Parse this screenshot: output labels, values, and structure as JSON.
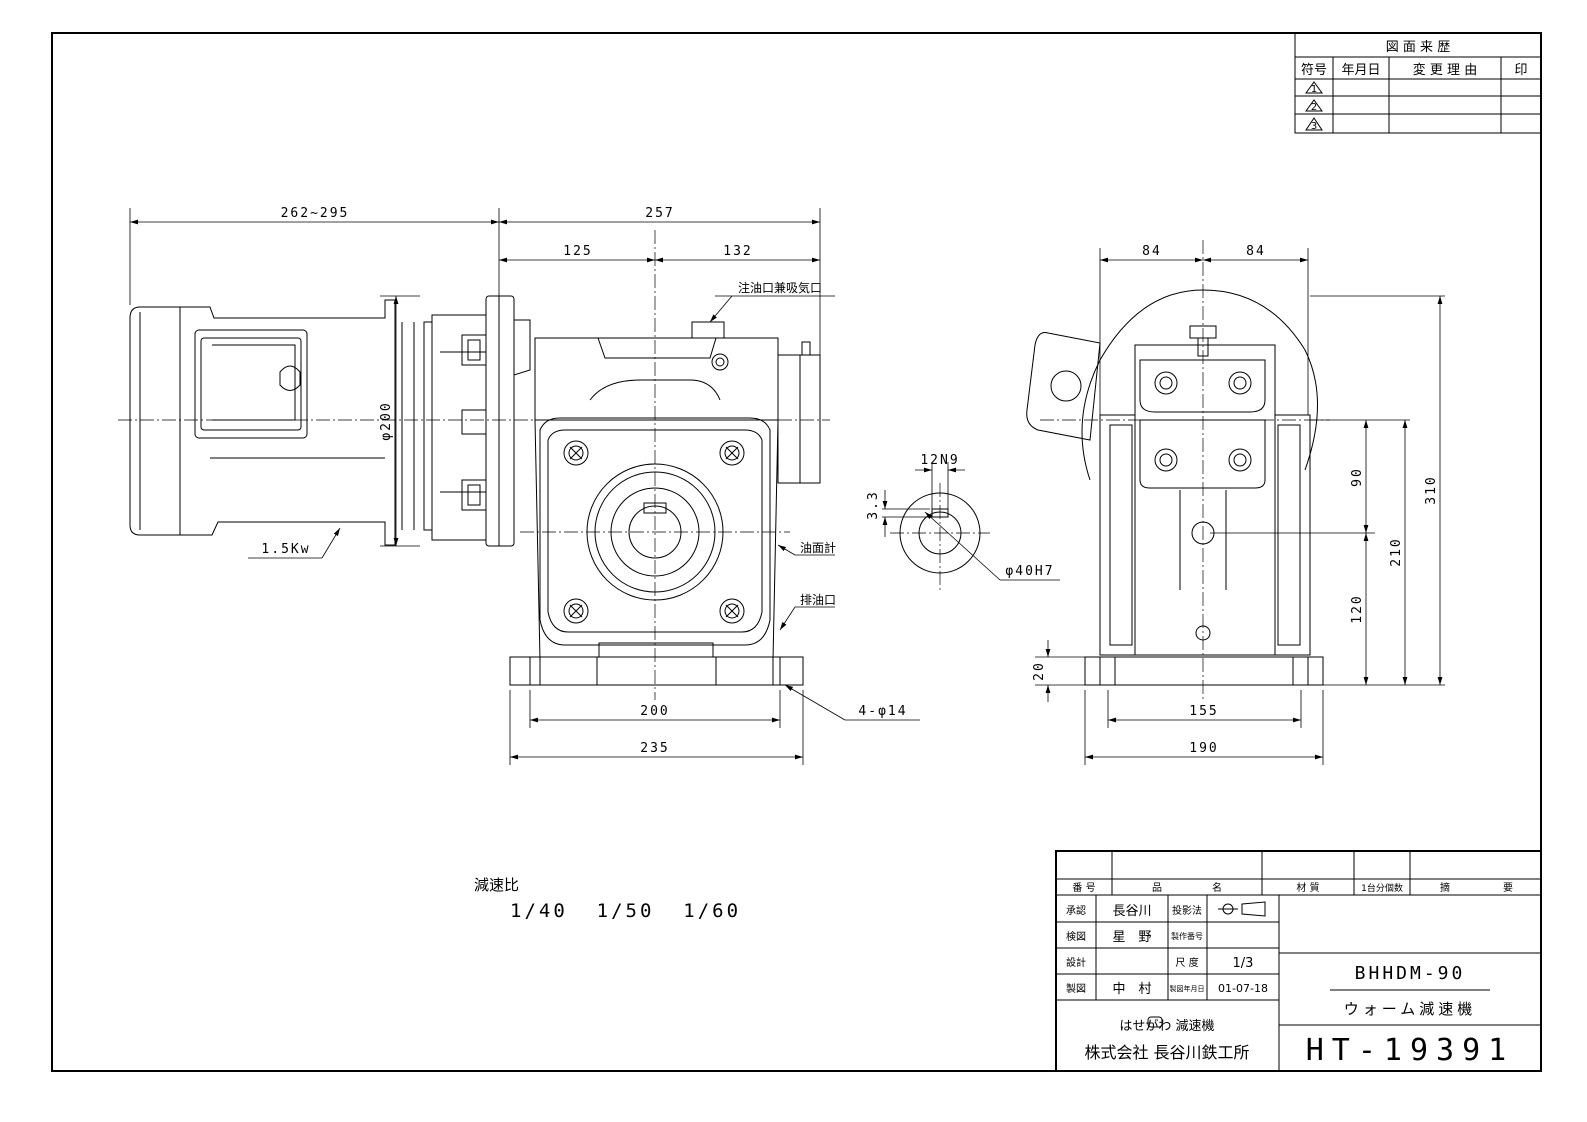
{
  "revision_table": {
    "title": "図 面 来 歴",
    "headers": [
      "符号",
      "年月日",
      "変 更 理 由",
      "印"
    ],
    "symbols": [
      "1",
      "2",
      "3"
    ]
  },
  "dimensions": {
    "motor_length": "262~295",
    "gear_length": "257",
    "left_to_center": "125",
    "center_to_right": "132",
    "motor_dia": "φ200",
    "motor_power": "1.5Kw",
    "base_bolt_pitch": "200",
    "base_length": "235",
    "base_holes": "4-φ14",
    "side_half_left": "84",
    "side_half_right": "84",
    "upper_height": "90",
    "lower_height": "120",
    "center_height": "210",
    "total_height": "310",
    "base_thickness": "20",
    "side_bolt_pitch": "155",
    "side_base_width": "190",
    "keyway_width": "12N9",
    "keyway_depth": "3.3",
    "bore": "φ40H7"
  },
  "notes": {
    "oil_inlet": "注油口兼吸気口",
    "oil_gauge": "油面計",
    "oil_drain": "排油口"
  },
  "ratio": {
    "label": "減速比",
    "values": "1/40  1/50  1/60"
  },
  "title_block": {
    "headers": [
      "番 号",
      "品",
      "名",
      "材 質",
      "1台分個数",
      "摘",
      "要"
    ],
    "approved_label": "承認",
    "approved_name": "長谷川",
    "checked_label": "検図",
    "checked_name": "星　野",
    "designed_label": "設計",
    "drawn_label": "製図",
    "drawn_name": "中　村",
    "projection_label": "投影法",
    "mfg_no_label": "製作番号",
    "scale_label": "尺 度",
    "scale_value": "1/3",
    "date_label": "製図年月日",
    "date_value": "01-07-18",
    "model": "BHHDM-90",
    "product": "ウォーム減速機",
    "company_tag": "はせがわ 減速機",
    "company": "株式会社 長谷川鉄工所",
    "drawing_no": "HT-19391"
  }
}
